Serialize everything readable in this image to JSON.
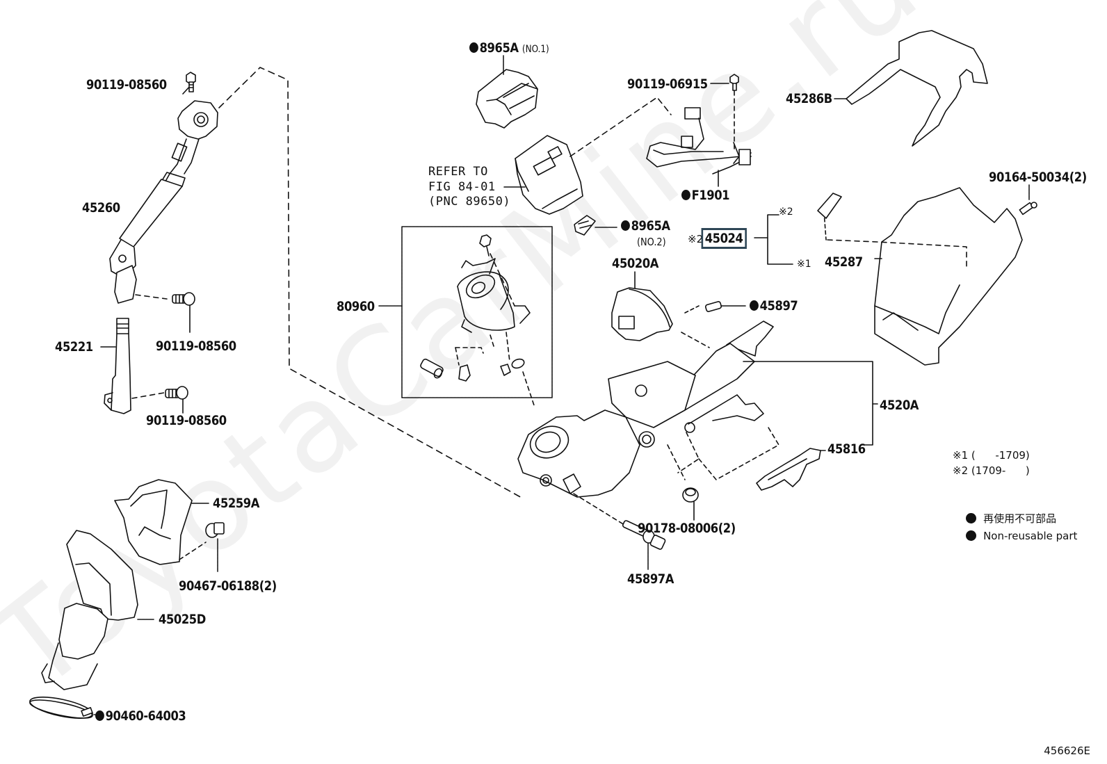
{
  "diagram": {
    "title": "Steering column parts diagram",
    "watermark": "ToyotaCarMine.ru",
    "figure_number": "456626E",
    "highlighted_part": "45024",
    "parts": [
      {
        "id": "p_90119_08560_top",
        "number": "90119-08560",
        "non_reusable": false,
        "qty": ""
      },
      {
        "id": "p_45260",
        "number": "45260",
        "non_reusable": false,
        "qty": ""
      },
      {
        "id": "p_90119_08560_mid",
        "number": "90119-08560",
        "non_reusable": false,
        "qty": ""
      },
      {
        "id": "p_45221",
        "number": "45221",
        "non_reusable": false,
        "qty": ""
      },
      {
        "id": "p_90119_08560_low",
        "number": "90119-08560",
        "non_reusable": false,
        "qty": ""
      },
      {
        "id": "p_45259A",
        "number": "45259A",
        "non_reusable": false,
        "qty": ""
      },
      {
        "id": "p_90467_06188",
        "number": "90467-06188",
        "non_reusable": false,
        "qty": "(2)"
      },
      {
        "id": "p_45025D",
        "number": "45025D",
        "non_reusable": false,
        "qty": ""
      },
      {
        "id": "p_90460_64003",
        "number": "90460-64003",
        "non_reusable": true,
        "qty": ""
      },
      {
        "id": "p_8965A_no1",
        "number": "8965A",
        "non_reusable": true,
        "qty": "(NO.1)"
      },
      {
        "id": "p_8965A_no2",
        "number": "8965A",
        "non_reusable": true,
        "qty": "(NO.2)"
      },
      {
        "id": "p_90119_06915",
        "number": "90119-06915",
        "non_reusable": false,
        "qty": ""
      },
      {
        "id": "p_F1901",
        "number": "F1901",
        "non_reusable": true,
        "qty": ""
      },
      {
        "id": "p_80960",
        "number": "80960",
        "non_reusable": false,
        "qty": ""
      },
      {
        "id": "p_45024",
        "number": "45024",
        "non_reusable": false,
        "qty": "",
        "note_mark": "※2"
      },
      {
        "id": "p_45020A",
        "number": "45020A",
        "non_reusable": false,
        "qty": ""
      },
      {
        "id": "p_45897",
        "number": "45897",
        "non_reusable": true,
        "qty": ""
      },
      {
        "id": "p_45286B",
        "number": "45286B",
        "non_reusable": false,
        "qty": ""
      },
      {
        "id": "p_90164_50034",
        "number": "90164-50034",
        "non_reusable": false,
        "qty": "(2)"
      },
      {
        "id": "p_45287",
        "number": "45287",
        "non_reusable": false,
        "qty": "",
        "note_mark": "※1"
      },
      {
        "id": "p_4520A",
        "number": "4520A",
        "non_reusable": false,
        "qty": ""
      },
      {
        "id": "p_45816",
        "number": "45816",
        "non_reusable": false,
        "qty": ""
      },
      {
        "id": "p_90178_08006",
        "number": "90178-08006",
        "non_reusable": false,
        "qty": "(2)"
      },
      {
        "id": "p_45897A",
        "number": "45897A",
        "non_reusable": false,
        "qty": ""
      }
    ],
    "labels": {
      "l_90119_08560_top": "90119-08560",
      "l_45260": "45260",
      "l_90119_08560_mid": "90119-08560",
      "l_45221": "45221",
      "l_90119_08560_low": "90119-08560",
      "l_45259A": "45259A",
      "l_90467_06188": "90467-06188(2)",
      "l_45025D": "45025D",
      "l_90460_64003": "90460-64003",
      "l_8965A_no1": "8965A",
      "l_8965A_no1_sub": "(NO.1)",
      "l_8965A_no2": "8965A",
      "l_8965A_no2_sub": "(NO.2)",
      "l_90119_06915": "90119-06915",
      "l_F1901": "F1901",
      "l_80960": "80960",
      "l_45024_mark": "※2",
      "l_45024": "45024",
      "l_45020A": "45020A",
      "l_45897": "45897",
      "l_45286B": "45286B",
      "l_90164_50034": "90164-50034(2)",
      "l_45287_mark": "※1",
      "l_45287": "45287",
      "l_45287_branch2_mark": "※2",
      "l_4520A": "4520A",
      "l_45816": "45816",
      "l_90178_08006": "90178-08006(2)",
      "l_45897A": "45897A"
    },
    "refer_note": [
      "REFER TO",
      "FIG 84-01",
      "(PNC 89650)"
    ],
    "notes": {
      "n1": "※1 (      -1709)",
      "n2": "※2 (1709-      )"
    },
    "legend": {
      "jp": "再使用不可部品",
      "en": "Non-reusable part"
    }
  }
}
